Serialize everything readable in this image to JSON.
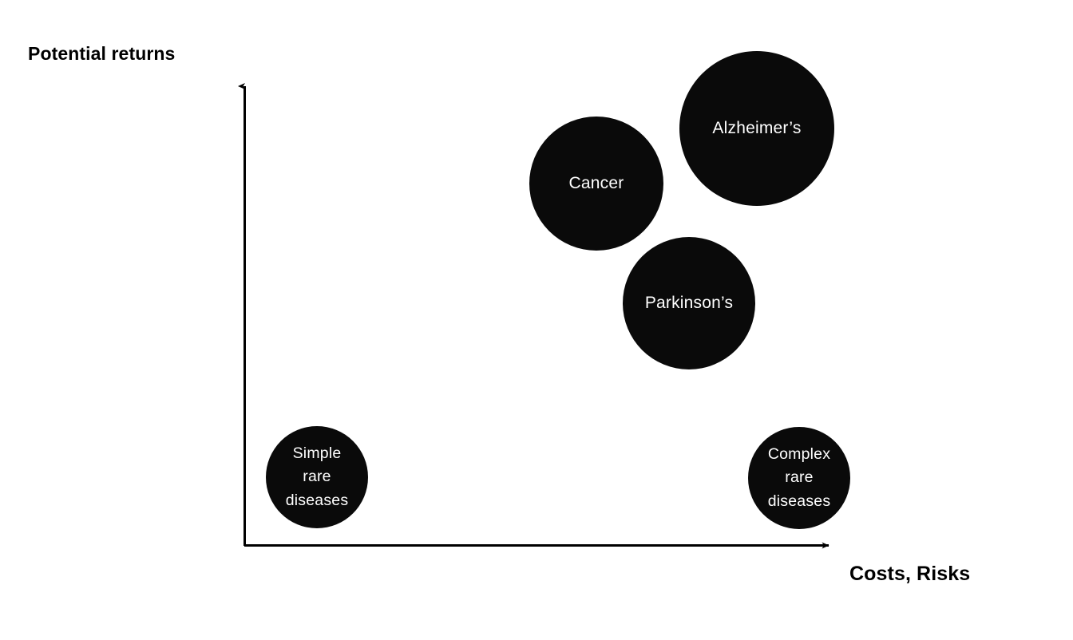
{
  "chart_data": {
    "type": "scatter",
    "title": "",
    "xlabel": "Costs, Risks",
    "ylabel": "Potential returns",
    "grid": false,
    "legend": null,
    "axis_style": "arrow",
    "xlim": [
      0,
      100
    ],
    "ylim": [
      0,
      100
    ],
    "size_units": "bubble radius (px)",
    "points": [
      {
        "label": "Alzheimer’s",
        "label_lines": [
          "Alzheimer’s"
        ],
        "x": 87,
        "y": 86,
        "radius": 97,
        "cx": 948,
        "cy": 161,
        "color": "#0a0a0a",
        "text_color": "#ffffff"
      },
      {
        "label": "Cancer",
        "label_lines": [
          "Cancer"
        ],
        "x": 60,
        "y": 78,
        "radius": 84,
        "cx": 747,
        "cy": 230,
        "color": "#0a0a0a",
        "text_color": "#ffffff"
      },
      {
        "label": "Parkinson’s",
        "label_lines": [
          "Parkinson’s"
        ],
        "x": 75,
        "y": 52,
        "radius": 83,
        "cx": 863,
        "cy": 380,
        "color": "#0a0a0a",
        "text_color": "#ffffff"
      },
      {
        "label": "Simple rare diseases",
        "label_lines": [
          "Simple",
          "rare",
          "diseases"
        ],
        "x": 12,
        "y": 15,
        "radius": 64,
        "cx": 397,
        "cy": 598,
        "color": "#0a0a0a",
        "text_color": "#ffffff"
      },
      {
        "label": "Complex rare diseases",
        "label_lines": [
          "Complex",
          "rare",
          "diseases"
        ],
        "x": 94,
        "y": 15,
        "radius": 64,
        "cx": 1001,
        "cy": 599,
        "color": "#0a0a0a",
        "text_color": "#ffffff"
      }
    ]
  },
  "axes": {
    "y_label": "Potential returns",
    "x_label": "Costs, Risks",
    "line_color": "#000000",
    "origin_x": 306,
    "origin_y": 684,
    "y_top": 100,
    "x_right": 1046
  },
  "bubbles": {
    "alzheimers": {
      "text": "Alzheimer’s"
    },
    "cancer": {
      "text": "Cancer"
    },
    "parkinsons": {
      "text": "Parkinson’s"
    },
    "simple_rare": {
      "text": "Simple\nrare\ndiseases"
    },
    "complex_rare": {
      "text": "Complex\nrare\ndiseases"
    }
  },
  "colors": {
    "bubble_fill": "#0a0a0a",
    "bubble_text": "#ffffff",
    "axis": "#000000",
    "background": "#ffffff",
    "label_text": "#000000"
  }
}
